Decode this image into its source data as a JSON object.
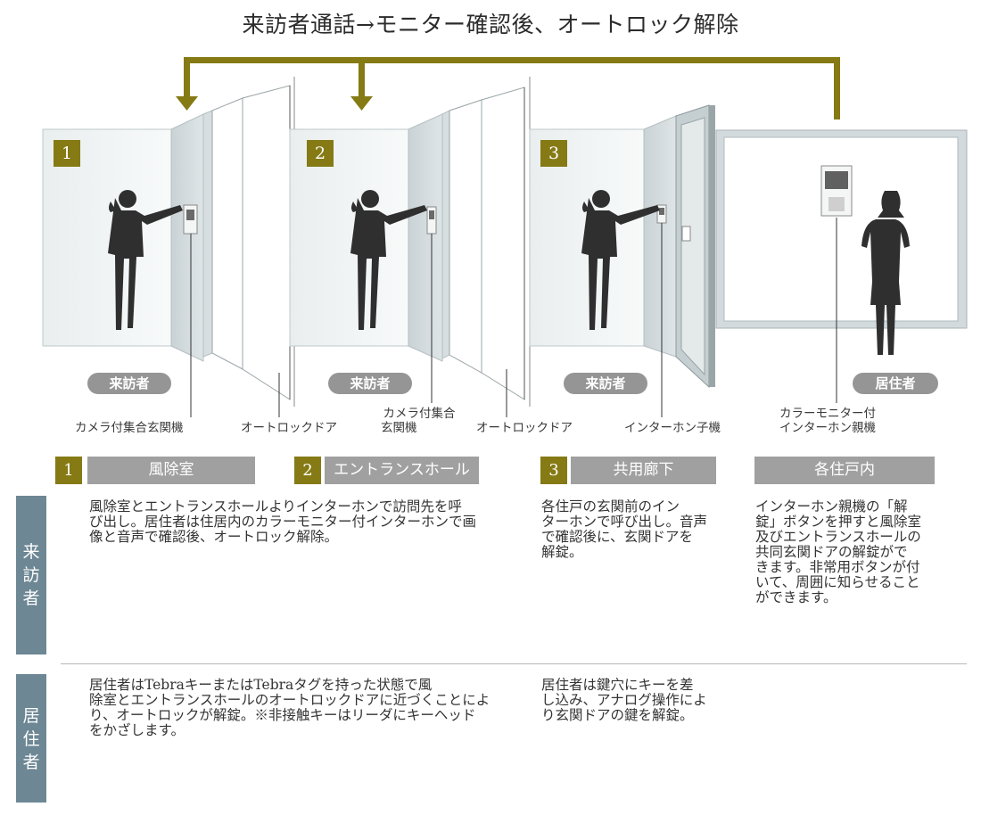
{
  "title": "来訪者通話→モニター確認後、オートロック解除",
  "colors": {
    "gold": "#857a14",
    "gray": "#a0a0a0",
    "side": "#6d8794",
    "figure": "#2f2f2f"
  },
  "steps": [
    {
      "num": "1",
      "role": "来訪者"
    },
    {
      "num": "2",
      "role": "来訪者"
    },
    {
      "num": "3",
      "role": "来訪者"
    }
  ],
  "resident_role": "居住者",
  "callouts": {
    "camera_panel_1": "カメラ付集合玄関機",
    "autolock_1": "オートロックドア",
    "camera_panel_2_line1": "カメラ付集合",
    "camera_panel_2_line2": "玄関機",
    "autolock_2": "オートロックドア",
    "interphone_sub": "インターホン子機",
    "monitor_line1": "カラーモニター付",
    "monitor_line2": "インターホン親機"
  },
  "sections": [
    {
      "num": "1",
      "label": "風除室"
    },
    {
      "num": "2",
      "label": "エントランスホール"
    },
    {
      "num": "3",
      "label": "共用廊下"
    },
    {
      "num": "",
      "label": "各住戸内"
    }
  ],
  "rows": {
    "visitor": {
      "label_chars": [
        "来",
        "訪",
        "者"
      ],
      "text_12": [
        "風除室とエントランスホールよりインターホンで訪問先を呼",
        "び出し。居住者は住居内のカラーモニター付インターホンで画",
        "像と音声で確認後、オートロック解除。"
      ],
      "text_3": [
        "各住戸の玄関前のイン",
        "ターホンで呼び出し。音声",
        "で確認後に、玄関ドアを",
        "解錠。"
      ],
      "text_4": [
        "インターホン親機の「解",
        "錠」ボタンを押すと風除室",
        "及びエントランスホールの",
        "共同玄関ドアの解錠がで",
        "きます。非常用ボタンが付",
        "いて、周囲に知らせること",
        "ができます。"
      ]
    },
    "resident": {
      "label_chars": [
        "居",
        "住",
        "者"
      ],
      "text_12": [
        "居住者はTebraキーまたはTebraタグを持った状態で風",
        "除室とエントランスホールのオートロックドアに近づくことによ",
        "り、オートロックが解錠。※非接触キーはリーダにキーヘッド",
        "をかざします。"
      ],
      "text_3": [
        "居住者は鍵穴にキーを差",
        "し込み、アナログ操作によ",
        "り玄関ドアの鍵を解錠。"
      ]
    }
  }
}
